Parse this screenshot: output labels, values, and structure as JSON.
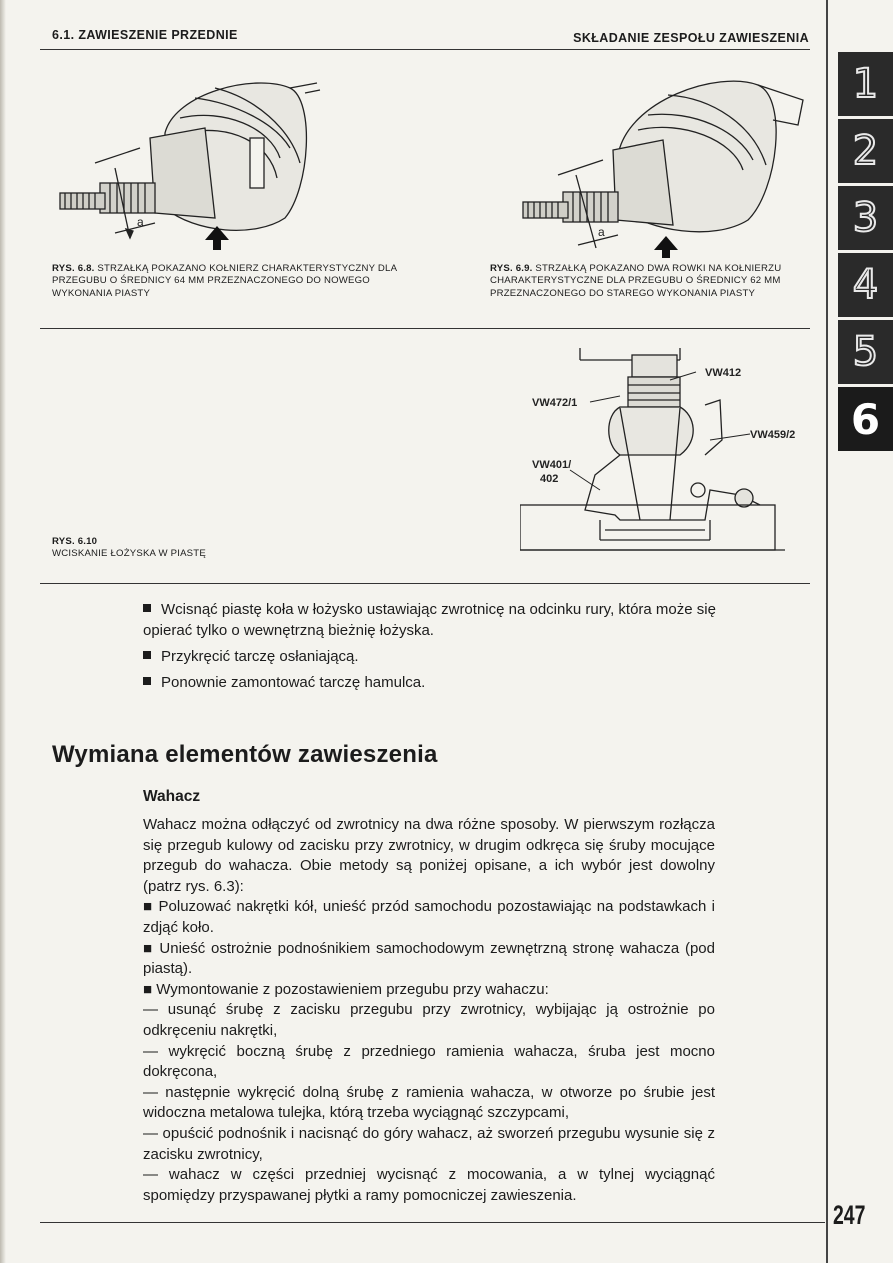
{
  "header": {
    "left": "6.1. ZAWIESZENIE PRZEDNIE",
    "right": "SKŁADANIE ZESPOŁU ZAWIESZENIA"
  },
  "figures": [
    {
      "label": "Rys. 6.8.",
      "caption": "STRZAŁKĄ POKAZANO KOŁNIERZ CHARAKTERYSTYCZNY DLA PRZEGUBU O ŚREDNICY 64 mm PRZEZNACZONEGO DO NOWEGO WYKONANIA PIASTY",
      "dim_label": "a"
    },
    {
      "label": "Rys. 6.9.",
      "caption": "STRZAŁKĄ POKAZANO DWA ROWKI NA KOŁNIERZU CHARAKTERYSTYCZNE DLA PRZEGUBU O ŚREDNICY 62 mm PRZEZNACZONEGO DO STAREGO WYKONANIA PIASTY",
      "dim_label": "a"
    },
    {
      "label": "Rys. 6.10",
      "caption": "WCISKANIE ŁOŻYSKA W PIASTĘ",
      "callouts": [
        "VW412",
        "VW472/1",
        "VW459/2",
        "VW401/",
        "402"
      ]
    }
  ],
  "tabs": [
    "1",
    "2",
    "3",
    "4",
    "5",
    "6"
  ],
  "active_tab": "6",
  "bullets": [
    "Wcisnąć piastę koła w łożysko ustawiając zwrotnicę na odcinku rury, która może się opierać tylko o wewnętrzną bieżnię łożyska.",
    "Przykręcić tarczę osłaniającą.",
    "Ponownie zamontować tarczę hamulca."
  ],
  "section_title": "Wymiana elementów zawieszenia",
  "subsection": {
    "title": "Wahacz",
    "paragraphs": [
      "Wahacz można odłączyć od zwrotnicy na dwa różne sposoby. W pierwszym rozłącza się przegub kulowy od zacisku przy zwrotnicy, w drugim odkręca się śruby mocujące przegub do wahacza. Obie metody są poniżej opisane, a ich wybór jest dowolny (patrz rys. 6.3):",
      "■ Poluzować nakrętki kół, unieść przód samochodu pozostawiając na podstawkach i zdjąć koło.",
      "■ Unieść ostrożnie podnośnikiem samochodowym zewnętrzną stronę wahacza (pod piastą).",
      "■ Wymontowanie z pozostawieniem przegubu przy wahaczu:",
      "— usunąć śrubę z zacisku przegubu przy zwrotnicy, wybijając ją ostrożnie po odkręceniu nakrętki,",
      "— wykręcić boczną śrubę z przedniego ramienia wahacza, śruba jest mocno dokręcona,",
      "— następnie wykręcić dolną śrubę z ramienia wahacza, w otworze po śrubie jest widoczna metalowa tulejka, którą trzeba wyciągnąć szczypcami,",
      "— opuścić podnośnik i nacisnąć do góry wahacz, aż sworzeń przegubu wysunie się z zacisku zwrotnicy,",
      "— wahacz w części przedniej wycisnąć z mocowania, a w tylnej wyciągnąć spomiędzy przyspawanej płytki a ramy pomocniczej zawieszenia."
    ]
  },
  "page_number": "247",
  "colors": {
    "ink": "#1c1c1c",
    "paper": "#f4f3ee",
    "tab": "#2a2a2a"
  }
}
